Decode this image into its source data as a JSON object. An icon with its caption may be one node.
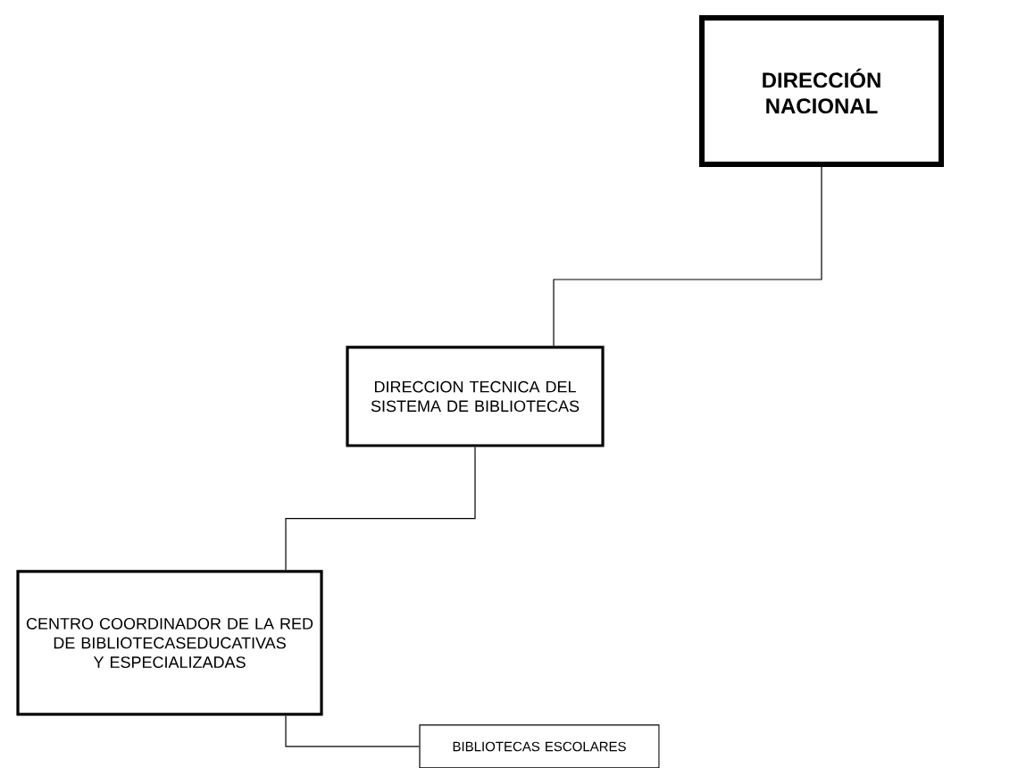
{
  "diagram": {
    "nodes": [
      {
        "text": [
          "DIRECCIÓN NACIONAL"
        ]
      },
      {
        "text": [
          "DIRECCION TECNICA DEL SISTEMA DE BIBLIOTECAS"
        ]
      },
      {
        "text": [
          "CENTRO COORDINADOR DE LA RED DE BIBLIOTECASEDUCATIVAS Y ESPECIALIZADAS"
        ]
      },
      {
        "text": [
          "BIBLIOTECAS ESCOLARES"
        ]
      }
    ],
    "edges": [
      {
        "from": 0,
        "to": 1,
        "arrow": "none"
      },
      {
        "from": 1,
        "to": 2,
        "arrow": "none"
      },
      {
        "from": 2,
        "to": 3,
        "arrow": "none"
      }
    ]
  }
}
